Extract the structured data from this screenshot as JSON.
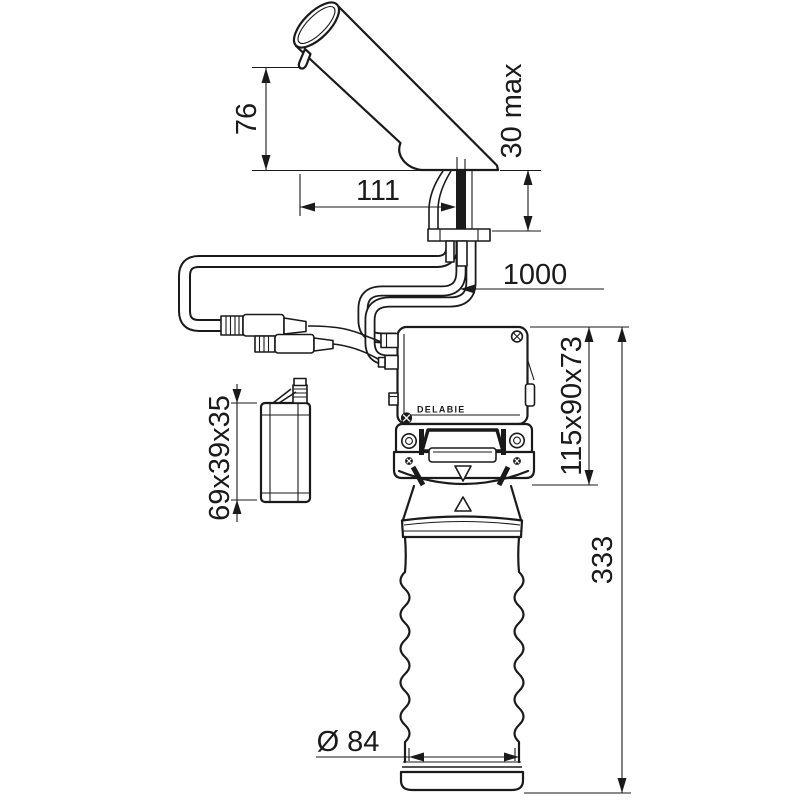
{
  "drawing": {
    "brand": "DELABIE",
    "dimensions": {
      "spout_height": "76",
      "spout_reach": "111",
      "deck_thickness": "30 max",
      "hose_length": "1000",
      "control_box_size": "115x90x73",
      "battery_size": "69x39x35",
      "overall_height": "333",
      "bottle_diameter": "Ø 84"
    },
    "colors": {
      "line": "#1a1a1a",
      "background": "#ffffff"
    }
  }
}
